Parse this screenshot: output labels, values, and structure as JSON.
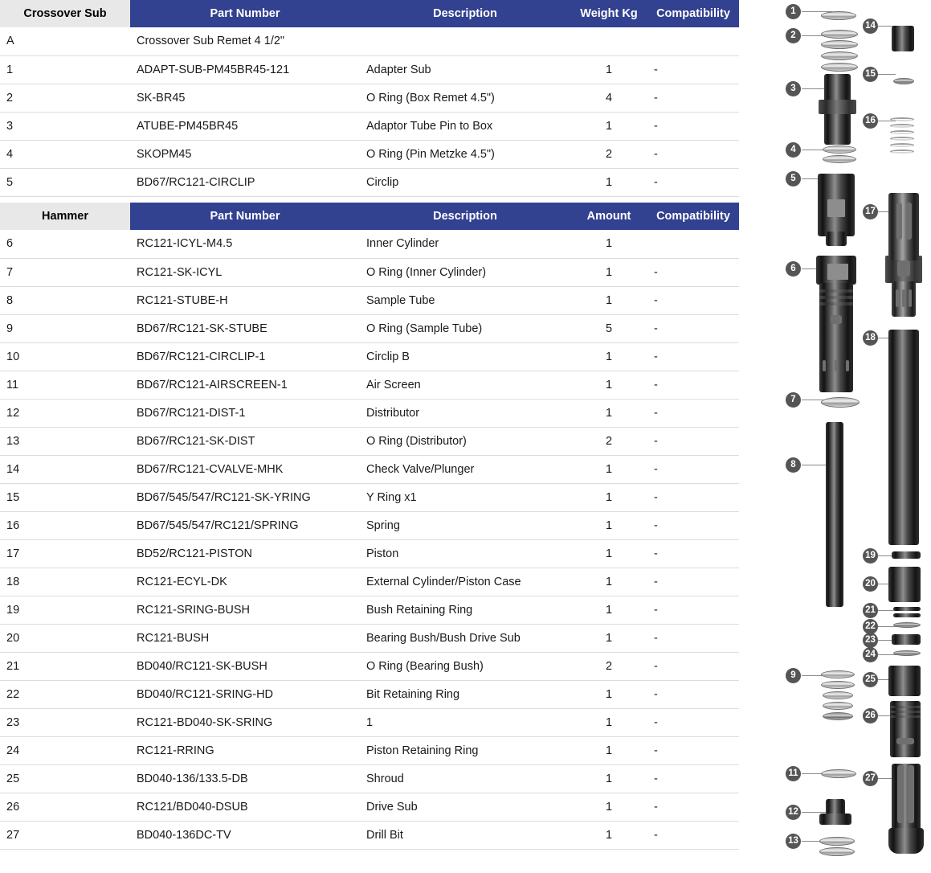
{
  "table": {
    "sections": [
      {
        "id": "crossover-sub",
        "label": "Crossover Sub",
        "columns": {
          "part_number": "Part Number",
          "description": "Description",
          "amount": "Weight Kg",
          "compatibility": "Compatibility"
        },
        "rows": [
          {
            "idx": "A",
            "part": "Crossover Sub Remet 4 1/2\"",
            "desc": "",
            "amt": "",
            "compat": ""
          },
          {
            "idx": "1",
            "part": "ADAPT-SUB-PM45BR45-121",
            "desc": "Adapter Sub",
            "amt": "1",
            "compat": "-"
          },
          {
            "idx": "2",
            "part": "SK-BR45",
            "desc": "O Ring (Box Remet 4.5\")",
            "amt": "4",
            "compat": "-"
          },
          {
            "idx": "3",
            "part": "ATUBE-PM45BR45",
            "desc": "Adaptor Tube Pin to Box",
            "amt": "1",
            "compat": "-"
          },
          {
            "idx": "4",
            "part": "SKOPM45",
            "desc": "O Ring (Pin Metzke 4.5\")",
            "amt": "2",
            "compat": "-"
          },
          {
            "idx": "5",
            "part": "BD67/RC121-CIRCLIP",
            "desc": "Circlip",
            "amt": "1",
            "compat": "-"
          }
        ]
      },
      {
        "id": "hammer",
        "label": "Hammer",
        "columns": {
          "part_number": "Part Number",
          "description": "Description",
          "amount": "Amount",
          "compatibility": "Compatibility"
        },
        "rows": [
          {
            "idx": "6",
            "part": "RC121-ICYL-M4.5",
            "desc": "Inner Cylinder",
            "amt": "1",
            "compat": ""
          },
          {
            "idx": "7",
            "part": "RC121-SK-ICYL",
            "desc": "O Ring (Inner Cylinder)",
            "amt": "1",
            "compat": "-"
          },
          {
            "idx": "8",
            "part": "RC121-STUBE-H",
            "desc": "Sample Tube",
            "amt": "1",
            "compat": "-"
          },
          {
            "idx": "9",
            "part": "BD67/RC121-SK-STUBE",
            "desc": "O Ring (Sample Tube)",
            "amt": "5",
            "compat": "-"
          },
          {
            "idx": "10",
            "part": "BD67/RC121-CIRCLIP-1",
            "desc": "Circlip B",
            "amt": "1",
            "compat": "-"
          },
          {
            "idx": "11",
            "part": "BD67/RC121-AIRSCREEN-1",
            "desc": "Air Screen",
            "amt": "1",
            "compat": "-"
          },
          {
            "idx": "12",
            "part": "BD67/RC121-DIST-1",
            "desc": "Distributor",
            "amt": "1",
            "compat": "-"
          },
          {
            "idx": "13",
            "part": "BD67/RC121-SK-DIST",
            "desc": "O Ring (Distributor)",
            "amt": "2",
            "compat": "-"
          },
          {
            "idx": "14",
            "part": "BD67/RC121-CVALVE-MHK",
            "desc": "Check Valve/Plunger",
            "amt": "1",
            "compat": "-"
          },
          {
            "idx": "15",
            "part": "BD67/545/547/RC121-SK-YRING",
            "desc": "Y Ring x1",
            "amt": "1",
            "compat": "-"
          },
          {
            "idx": "16",
            "part": "BD67/545/547/RC121/SPRING",
            "desc": "Spring",
            "amt": "1",
            "compat": "-"
          },
          {
            "idx": "17",
            "part": "BD52/RC121-PISTON",
            "desc": "Piston",
            "amt": "1",
            "compat": "-"
          },
          {
            "idx": "18",
            "part": "RC121-ECYL-DK",
            "desc": "External Cylinder/Piston Case",
            "amt": "1",
            "compat": "-"
          },
          {
            "idx": "19",
            "part": "RC121-SRING-BUSH",
            "desc": "Bush Retaining Ring",
            "amt": "1",
            "compat": "-"
          },
          {
            "idx": "20",
            "part": "RC121-BUSH",
            "desc": "Bearing Bush/Bush Drive Sub",
            "amt": "1",
            "compat": "-"
          },
          {
            "idx": "21",
            "part": "BD040/RC121-SK-BUSH",
            "desc": "O Ring (Bearing Bush)",
            "amt": "2",
            "compat": "-"
          },
          {
            "idx": "22",
            "part": "BD040/RC121-SRING-HD",
            "desc": "Bit Retaining Ring",
            "amt": "1",
            "compat": "-"
          },
          {
            "idx": "23",
            "part": "RC121-BD040-SK-SRING",
            "desc": "1",
            "amt": "1",
            "compat": "-"
          },
          {
            "idx": "24",
            "part": "RC121-RRING",
            "desc": "Piston Retaining Ring",
            "amt": "1",
            "compat": "-"
          },
          {
            "idx": "25",
            "part": "BD040-136/133.5-DB",
            "desc": "Shroud",
            "amt": "1",
            "compat": "-"
          },
          {
            "idx": "26",
            "part": "RC121/BD040-DSUB",
            "desc": "Drive Sub",
            "amt": "1",
            "compat": "-"
          },
          {
            "idx": "27",
            "part": "BD040-136DC-TV",
            "desc": "Drill Bit",
            "amt": "1",
            "compat": "-"
          }
        ]
      }
    ]
  },
  "diagram": {
    "callouts": [
      {
        "n": "1",
        "name": "o-ring-box-remet"
      },
      {
        "n": "2",
        "name": "o-ring-stack-box-remet"
      },
      {
        "n": "3",
        "name": "adaptor-tube-pin-to-box"
      },
      {
        "n": "4",
        "name": "o-ring-pin-metzke"
      },
      {
        "n": "5",
        "name": "circlip-body"
      },
      {
        "n": "6",
        "name": "inner-cylinder"
      },
      {
        "n": "7",
        "name": "o-ring-inner-cylinder"
      },
      {
        "n": "8",
        "name": "sample-tube"
      },
      {
        "n": "9",
        "name": "o-ring-stack-sample-tube"
      },
      {
        "n": "11",
        "name": "air-screen"
      },
      {
        "n": "12",
        "name": "distributor"
      },
      {
        "n": "13",
        "name": "o-ring-distributor"
      },
      {
        "n": "14",
        "name": "check-valve-plunger"
      },
      {
        "n": "15",
        "name": "y-ring"
      },
      {
        "n": "16",
        "name": "spring"
      },
      {
        "n": "17",
        "name": "piston"
      },
      {
        "n": "18",
        "name": "external-cylinder"
      },
      {
        "n": "19",
        "name": "bush-retaining-ring"
      },
      {
        "n": "20",
        "name": "bearing-bush"
      },
      {
        "n": "21",
        "name": "o-ring-bearing-bush"
      },
      {
        "n": "22",
        "name": "bit-retaining-ring"
      },
      {
        "n": "23",
        "name": "sk-sring"
      },
      {
        "n": "24",
        "name": "piston-retaining-ring"
      },
      {
        "n": "25",
        "name": "shroud"
      },
      {
        "n": "26",
        "name": "drive-sub"
      },
      {
        "n": "27",
        "name": "drill-bit"
      }
    ]
  },
  "colors": {
    "header_blue": "#324190",
    "header_gray": "#e8e8e8",
    "row_divider": "#dcdcdc",
    "callout_gray": "#555555"
  }
}
